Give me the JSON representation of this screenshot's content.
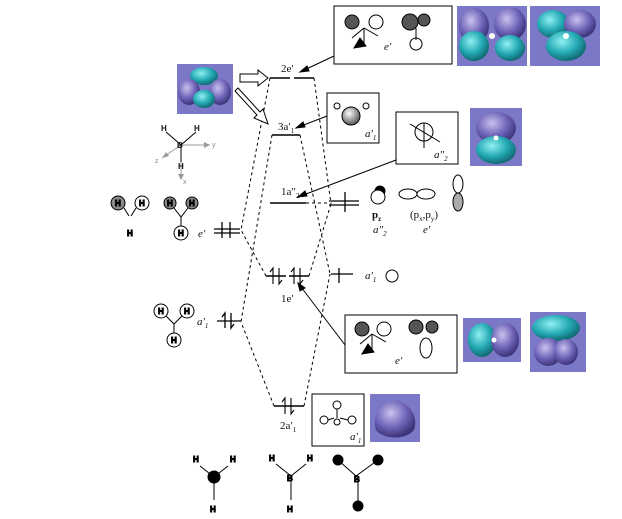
{
  "levels": {
    "e_2": "2e′",
    "a1_3": "3a′",
    "a1_3_sub": "1",
    "a2_1": "1a″",
    "a2_1_sub": "2",
    "e_1": "1e′",
    "a1_2": "2a′",
    "a1_2_sub": "1"
  },
  "left_labels": {
    "e": "e′",
    "a1": "a′",
    "a1_sub": "1"
  },
  "right_labels": {
    "a1": "a′",
    "a1_sub": "1",
    "pz": "p",
    "pz_sub": "z",
    "pz_sym": "a″",
    "pz_sym_sub": "2",
    "pxpy": "(p",
    "pxpy_x": "x",
    "pxpy_mid": ",p",
    "pxpy_y": "y",
    "pxpy_close": ")",
    "pxpy_sym": "e′"
  },
  "box_labels": {
    "top_e": "e′",
    "a1_box": "a′",
    "a1_box_sub": "1",
    "a2_box": "a″",
    "a2_box_sub": "2",
    "mid_e": "e′",
    "bottom_a1": "a′",
    "bottom_a1_sub": "1"
  },
  "atoms": {
    "h": "H",
    "b": "B"
  },
  "axes": {
    "x": "x",
    "y": "y",
    "z": "z"
  },
  "colors": {
    "orbital_bg": "#7b78c8",
    "lobe_cyan": "#2fb8c0",
    "lobe_purple": "#6a5fb5"
  }
}
